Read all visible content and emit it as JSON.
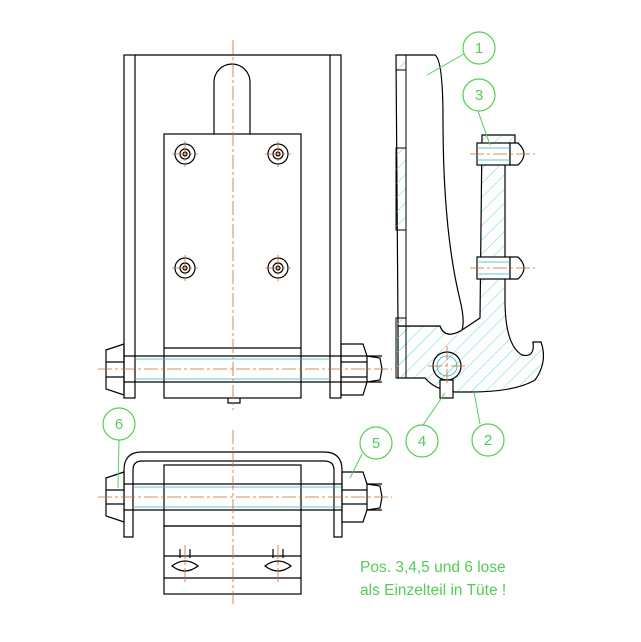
{
  "balloons": [
    {
      "label": "1"
    },
    {
      "label": "3"
    },
    {
      "label": "6"
    },
    {
      "label": "5"
    },
    {
      "label": "4"
    },
    {
      "label": "2"
    }
  ],
  "note": {
    "line1": "Pos. 3,4,5 und 6 lose",
    "line2": "als Einzelteil in Tüte !"
  },
  "colors": {
    "line": "#000000",
    "centerline": "#cc6a2a",
    "hatch": "#69d6df",
    "callout": "#55cc55",
    "thread": "#2fb4c8"
  }
}
